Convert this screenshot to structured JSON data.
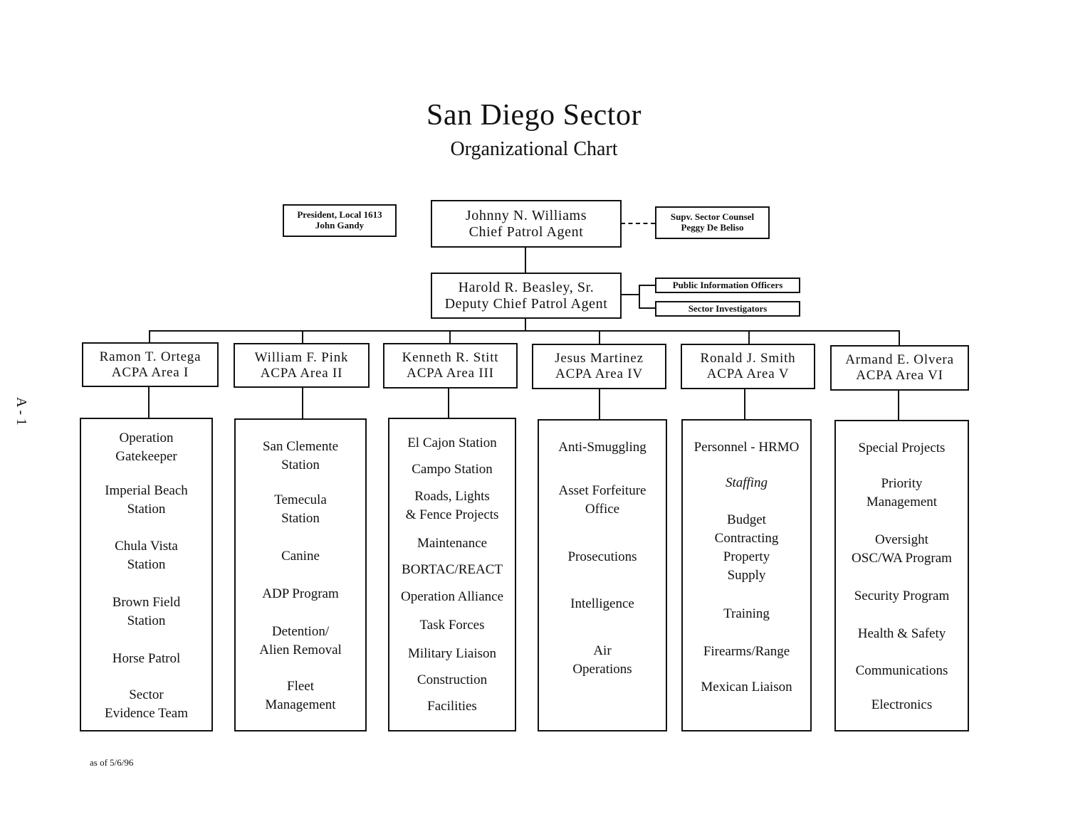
{
  "title": "San Diego Sector",
  "subtitle": "Organizational Chart",
  "chief": {
    "name": "Johnny N. Williams",
    "role": "Chief Patrol Agent"
  },
  "president": {
    "line1": "President, Local 1613",
    "line2": "John Gandy"
  },
  "counsel": {
    "line1": "Supv. Sector Counsel",
    "line2": "Peggy De Beliso"
  },
  "deputy": {
    "name": "Harold R. Beasley, Sr.",
    "role": "Deputy Chief Patrol Agent"
  },
  "pio": "Public Information Officers",
  "investigators": "Sector Investigators",
  "areas": [
    {
      "name": "Ramon T. Ortega",
      "role": "ACPA Area I",
      "items": [
        [
          "Operation",
          "Gatekeeper"
        ],
        [
          "Imperial Beach",
          "Station"
        ],
        [
          "Chula Vista",
          "Station"
        ],
        [
          "Brown Field",
          "Station"
        ],
        [
          "Horse Patrol"
        ],
        [
          "Sector",
          "Evidence Team"
        ]
      ]
    },
    {
      "name": "William F. Pink",
      "role": "ACPA Area II",
      "items": [
        [
          "San Clemente",
          "Station"
        ],
        [
          "Temecula",
          "Station"
        ],
        [
          "Canine"
        ],
        [
          "ADP Program"
        ],
        [
          "Detention/",
          "Alien Removal"
        ],
        [
          "Fleet",
          "Management"
        ]
      ]
    },
    {
      "name": "Kenneth R. Stitt",
      "role": "ACPA Area III",
      "items": [
        [
          "El Cajon Station"
        ],
        [
          "Campo Station"
        ],
        [
          "Roads, Lights",
          "& Fence Projects"
        ],
        [
          "Maintenance"
        ],
        [
          "BORTAC/REACT"
        ],
        [
          "Operation Alliance"
        ],
        [
          "Task Forces"
        ],
        [
          "Military Liaison"
        ],
        [
          "Construction"
        ],
        [
          "Facilities"
        ]
      ]
    },
    {
      "name": "Jesus Martinez",
      "role": "ACPA Area IV",
      "items": [
        [
          "Anti-Smuggling"
        ],
        [
          "Asset Forfeiture",
          "Office"
        ],
        [
          "Prosecutions"
        ],
        [
          "Intelligence"
        ],
        [
          "Air",
          "Operations"
        ]
      ]
    },
    {
      "name": "Ronald J. Smith",
      "role": "ACPA Area V",
      "items": [
        [
          "Personnel - HRMO"
        ],
        [
          "Staffing"
        ],
        [
          "Budget",
          "Contracting",
          "Property",
          "Supply"
        ],
        [
          "Training"
        ],
        [
          "Firearms/Range"
        ],
        [
          "Mexican Liaison"
        ]
      ]
    },
    {
      "name": "Armand E. Olvera",
      "role": "ACPA Area VI",
      "items": [
        [
          "Special Projects"
        ],
        [
          "Priority",
          "Management"
        ],
        [
          "Oversight",
          "OSC/WA Program"
        ],
        [
          "Security Program"
        ],
        [
          "Health & Safety"
        ],
        [
          "Communications"
        ],
        [
          "Electronics"
        ]
      ]
    }
  ],
  "side_label": "A - 1",
  "footnote": "as of 5/6/96"
}
